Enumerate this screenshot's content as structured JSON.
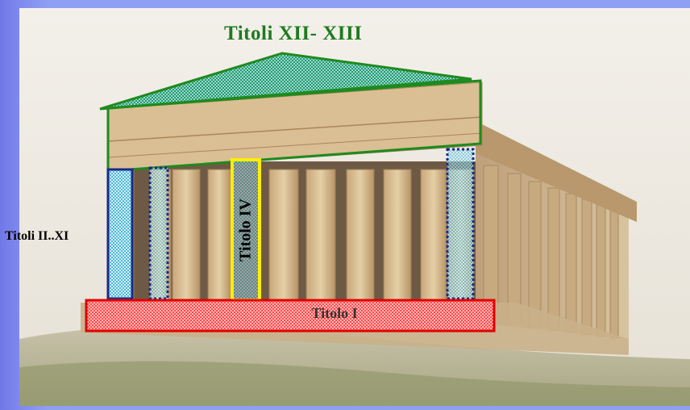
{
  "labels": {
    "pediment": "Titoli XII- XIII",
    "columns": "Titoli II..XI",
    "central_column": "Titolo IV",
    "base": "Titolo I"
  },
  "colors": {
    "pediment_stroke": "#1f8a1f",
    "pediment_fill": "#2fa886",
    "column_stroke": "#1a2a8a",
    "column_fill": "#6ec8e0",
    "central_stroke": "#ffee00",
    "base_stroke": "#e00000",
    "base_fill": "#ff7070",
    "slide_background": "#8ea0f2"
  }
}
